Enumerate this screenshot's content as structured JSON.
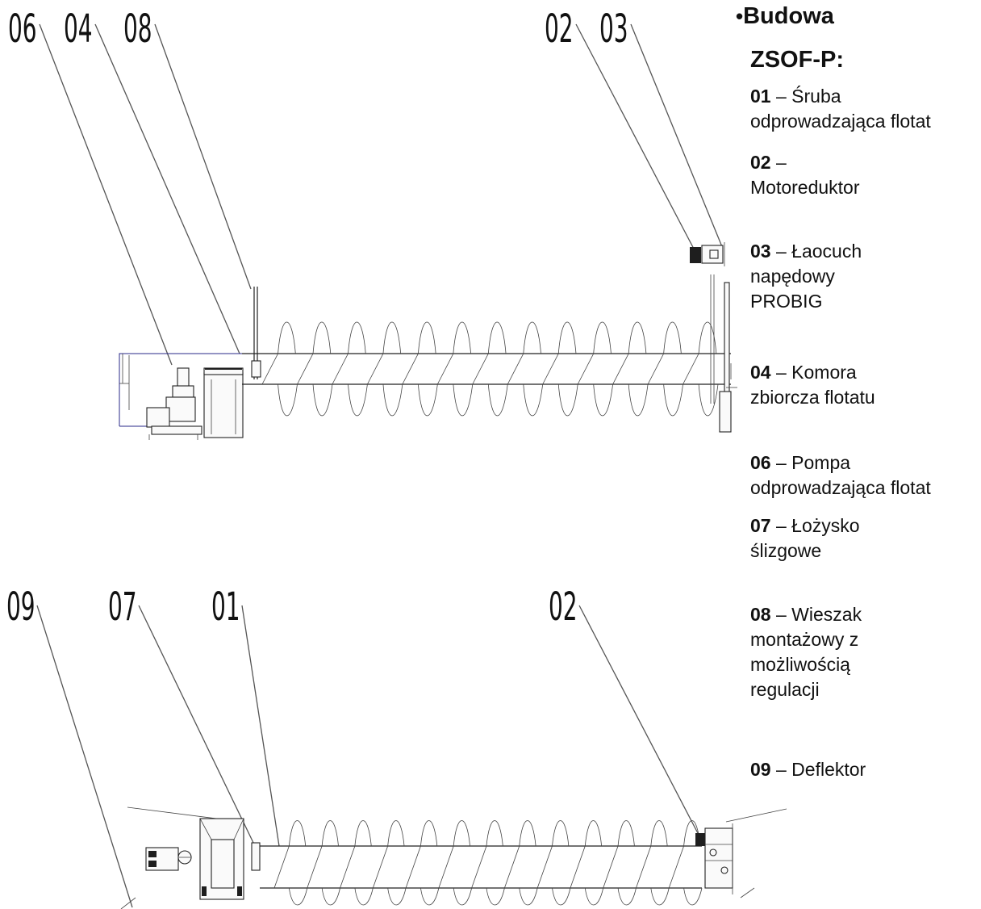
{
  "legend": {
    "bullet": "•",
    "title_line1": "Budowa",
    "title_line2": "ZSOF-P:",
    "items": [
      {
        "code": "01",
        "text": " – Śruba odprowadzająca flotat"
      },
      {
        "code": "02",
        "text": " – Motoreduktor"
      },
      {
        "code": "03",
        "text": " – Łaocuch napędowy PROBIG"
      },
      {
        "code": "04",
        "text": " – Komora zbiorcza flotatu"
      },
      {
        "code": "06",
        "text": " – Pompa odprowadzająca flotat"
      },
      {
        "code": "07",
        "text": " – Łożysko ślizgowe"
      },
      {
        "code": "08",
        "text": " – Wieszak montażowy z możliwością regulacji"
      },
      {
        "code": "09",
        "text": "  – Deflektor"
      }
    ]
  },
  "top_view": {
    "callouts": [
      {
        "label": "06"
      },
      {
        "label": "04"
      },
      {
        "label": "08"
      },
      {
        "label": "02"
      },
      {
        "label": "03"
      }
    ]
  },
  "bottom_view": {
    "callouts": [
      {
        "label": "09"
      },
      {
        "label": "07"
      },
      {
        "label": "01"
      },
      {
        "label": "02"
      }
    ]
  },
  "colors": {
    "line": "#222222",
    "leader": "#555555",
    "blue_outline": "#2a2a8a"
  }
}
